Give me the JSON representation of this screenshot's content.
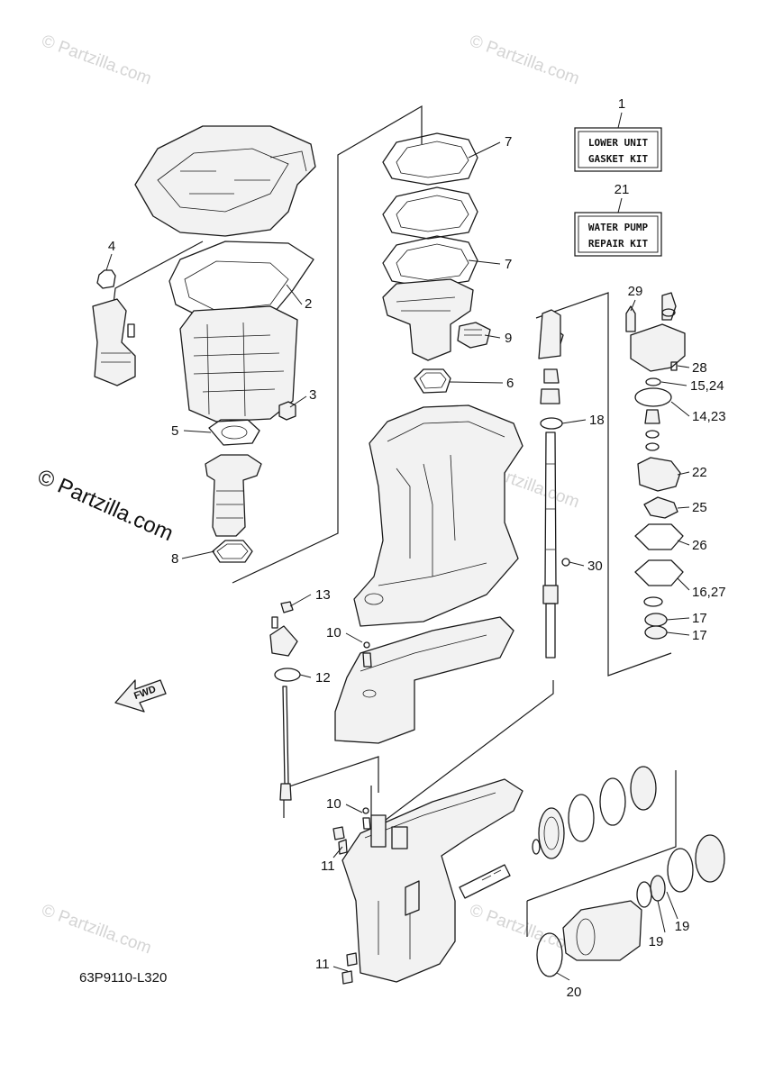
{
  "watermarks": {
    "small": "© Partzilla.com",
    "large": "© Partzilla.com"
  },
  "kits": {
    "gasket_kit": {
      "line1": "LOWER UNIT",
      "line2": "GASKET KIT"
    },
    "water_pump_kit": {
      "line1": "WATER PUMP",
      "line2": "REPAIR KIT"
    }
  },
  "callouts": {
    "c1": "1",
    "c21": "21",
    "c2": "2",
    "c3": "3",
    "c4": "4",
    "c5": "5",
    "c6": "6",
    "c7a": "7",
    "c7b": "7",
    "c8": "8",
    "c9": "9",
    "c10a": "10",
    "c10b": "10",
    "c11a": "11",
    "c11b": "11",
    "c12": "12",
    "c13": "13",
    "c14_23": "14,23",
    "c15_24": "15,24",
    "c16_27": "16,27",
    "c17a": "17",
    "c17b": "17",
    "c18": "18",
    "c19a": "19",
    "c19b": "19",
    "c20": "20",
    "c22": "22",
    "c25": "25",
    "c26": "26",
    "c28": "28",
    "c29": "29",
    "c30": "30"
  },
  "fwd_label": "FWD",
  "diagram_code": "63P9110-L320"
}
